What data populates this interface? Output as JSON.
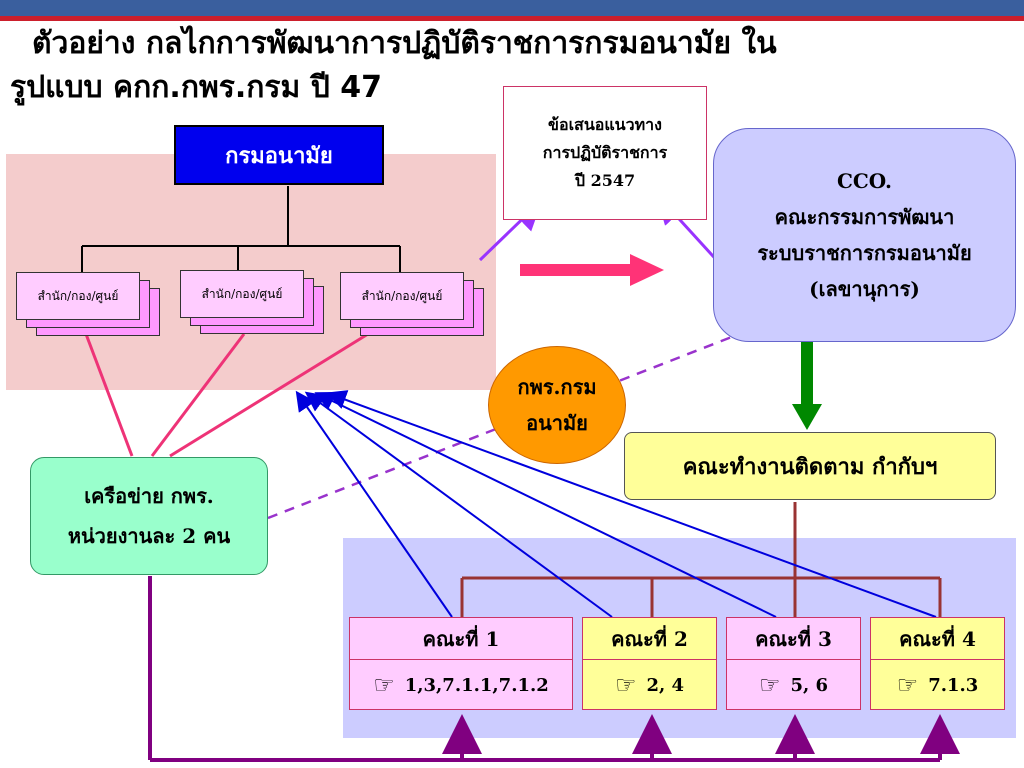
{
  "title": {
    "line1": "ตัวอย่าง กลไกการพัฒนาการปฏิบัติราชการกรมอนามัย ใน",
    "line2": "รูปแบบ คกก.กพร.กรม ปี 47"
  },
  "org": {
    "dept": "กรมอนามัย",
    "units": [
      "สำนัก/กอง/ศูนย์",
      "สำนัก/กอง/ศูนย์",
      "สำนัก/กอง/ศูนย์"
    ]
  },
  "proposal": {
    "lines": [
      "ข้อเสนอแนวทาง",
      "การปฏิบัติราชการ",
      "ปี 2547"
    ]
  },
  "cco": {
    "lines": [
      "CCO.",
      "คณะกรรมการพัฒนา",
      "ระบบราชการกรมอนามัย",
      "(เลขานุการ)"
    ]
  },
  "opdc": {
    "lines": [
      "กพร.กรม",
      "อนามัย"
    ]
  },
  "monitor": {
    "label": "คณะทำงานติดตาม กำกับฯ"
  },
  "network": {
    "lines": [
      "เครือข่าย กพร.",
      "หน่วยงานละ 2 คน"
    ]
  },
  "committees": [
    {
      "name": "คณะที่ 1",
      "items": "1,3,7.1.1,7.1.2",
      "color": "#ffccff"
    },
    {
      "name": "คณะที่ 2",
      "items": "2, 4",
      "color": "#ffff99"
    },
    {
      "name": "คณะที่ 3",
      "items": "5, 6",
      "color": "#ffccff"
    },
    {
      "name": "คณะที่ 4",
      "items": "7.1.3",
      "color": "#ffff99"
    }
  ],
  "icons": {
    "pointer": "pointing-hand-icon"
  },
  "colors": {
    "arrowPink": "#ff3377",
    "arrowGreen": "#008800",
    "linkBlue": "#0000dd",
    "linkPurple": "#9933ff",
    "bracket": "#993333",
    "bottomPurple": "#800080"
  }
}
